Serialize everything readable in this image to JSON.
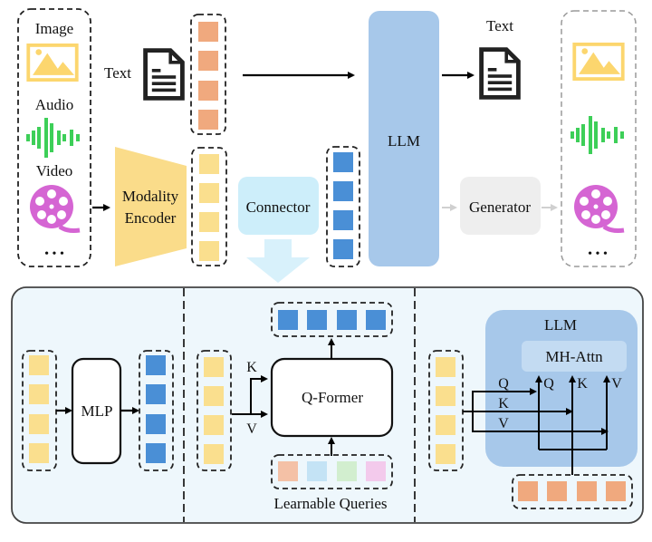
{
  "colors": {
    "text_token": "#f0a97e",
    "modality_token": "#fadf8e",
    "llm_token": "#4a8fd6",
    "llm_block": "#a7c8ea",
    "connector": "#cdeefa",
    "encoder": "#fadc8a",
    "generator": "#eeeeee",
    "panel_bg": "#eef7fc",
    "image_icon": "#fcd66e",
    "audio_icon": "#3dcf58",
    "video_icon": "#d565d3",
    "query_colors": [
      "#f4c1a6",
      "#c4e3f5",
      "#d2eecf",
      "#f3caec"
    ],
    "mhattn_bg": "#c3dbf2"
  },
  "input_panel": {
    "labels": [
      "Image",
      "Audio",
      "Video"
    ],
    "ellipsis": "• • •",
    "icons": [
      "image-icon",
      "audio-waveform-icon",
      "video-reel-icon"
    ]
  },
  "text_input": {
    "label": "Text",
    "icon": "document-icon"
  },
  "encoder": {
    "line1": "Modality",
    "line2": "Encoder"
  },
  "connector": {
    "label": "Connector"
  },
  "llm": {
    "label": "LLM"
  },
  "text_output": {
    "label": "Text",
    "icon": "document-icon"
  },
  "generator": {
    "label": "Generator"
  },
  "output_panel": {
    "ellipsis": "• • •"
  },
  "detail": {
    "mlp": {
      "label": "MLP"
    },
    "qformer": {
      "label": "Q-Former",
      "k_label": "K",
      "v_label": "V",
      "queries_label": "Learnable Queries"
    },
    "cross_attn": {
      "llm_label": "LLM",
      "attn_label": "MH-Attn",
      "left_labels": [
        "Q",
        "K",
        "V"
      ],
      "port_labels": [
        "Q",
        "K",
        "V"
      ]
    }
  }
}
